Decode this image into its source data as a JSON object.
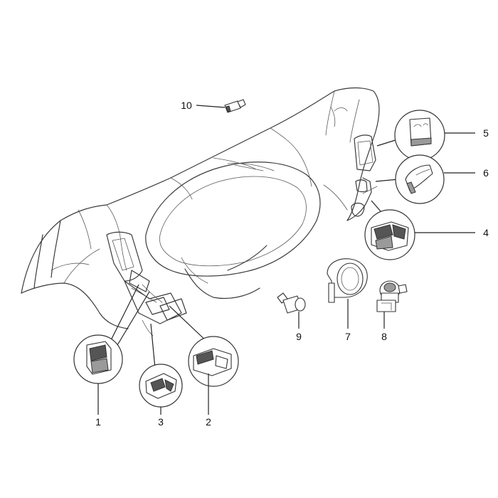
{
  "labels": {
    "p1": "1",
    "p2": "2",
    "p3": "3",
    "p4": "4",
    "p5": "5",
    "p6": "6",
    "p7": "7",
    "p8": "8",
    "p9": "9",
    "p10": "10"
  },
  "colors": {
    "line": "#3a3a3a",
    "background": "#ffffff",
    "switch_fill": "#555555"
  }
}
